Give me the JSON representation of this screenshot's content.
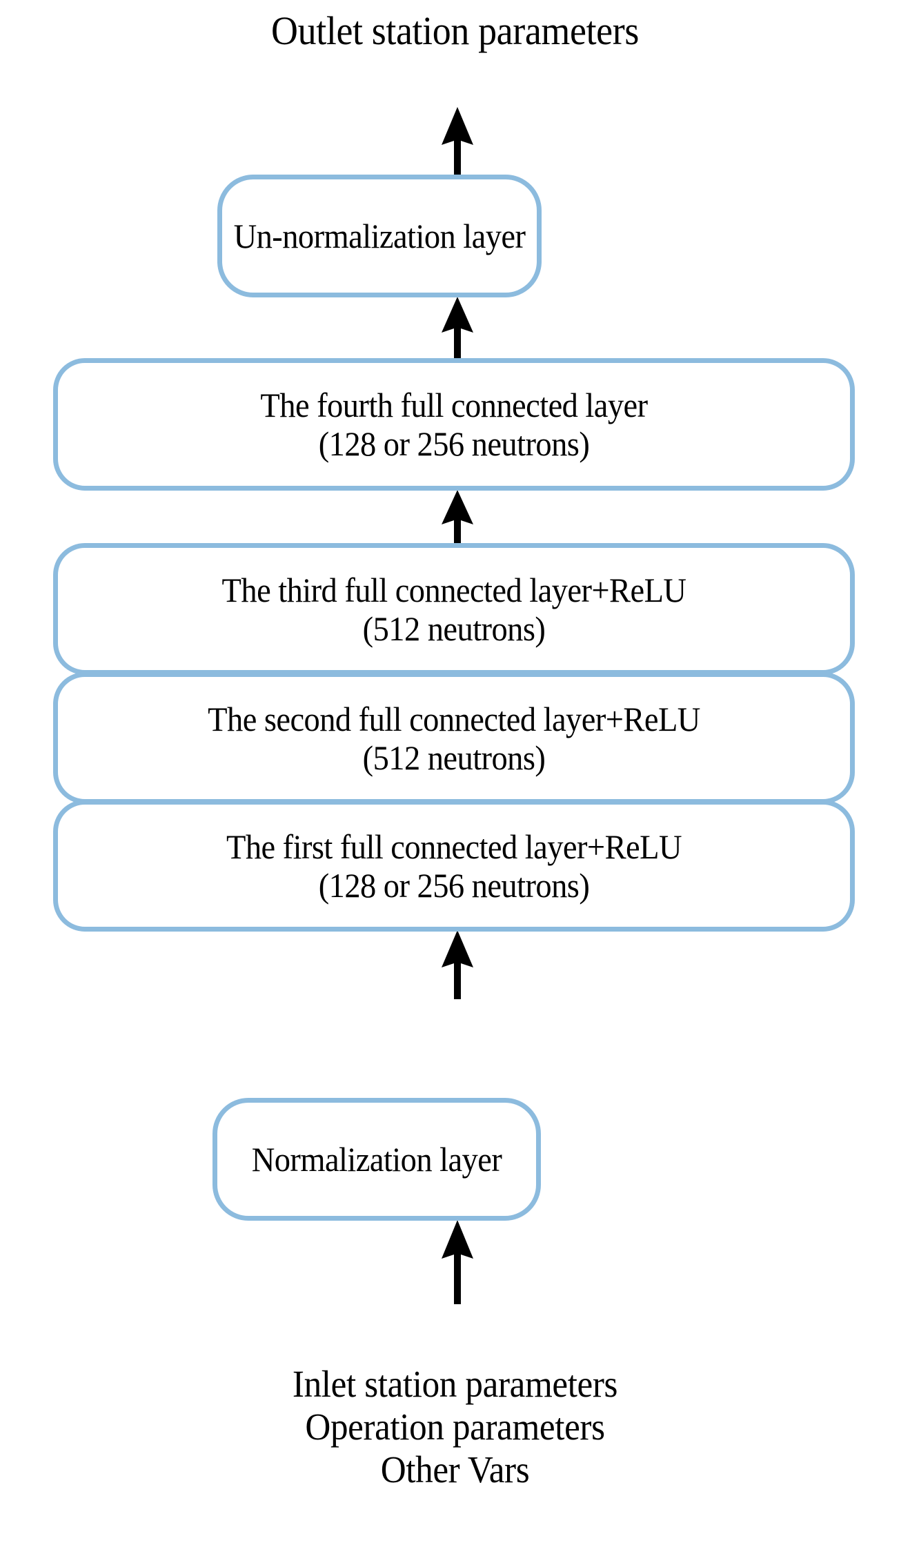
{
  "diagram": {
    "type": "flowchart-vertical",
    "title": "Outlet station parameters",
    "background_color": "#FFFFFF",
    "box_border_color": "#8CBBDE",
    "box_fill_color": "#FFFFFF",
    "arrow_color": "#000000",
    "top_label": "Outlet station parameters",
    "nodes": [
      {
        "id": "un-normalization-layer",
        "line1": "Un-normalization layer",
        "line2": ""
      },
      {
        "id": "fourth-full-connected-layer",
        "line1": "The fourth full connected layer",
        "line2": "(128 or 256 neutrons)"
      },
      {
        "id": "third-full-connected-layer",
        "line1": "The third full connected layer+ReLU",
        "line2": "(512 neutrons)"
      },
      {
        "id": "second-full-connected-layer",
        "line1": "The second full connected layer+ReLU",
        "line2": "(512 neutrons)"
      },
      {
        "id": "first-full-connected-layer",
        "line1": "The first full connected layer+ReLU",
        "line2": "(128 or 256 neutrons)"
      },
      {
        "id": "normalization-layer",
        "line1": "Normalization layer",
        "line2": ""
      }
    ],
    "bottom_label": {
      "line1": "Inlet station parameters",
      "line2": "Operation parameters",
      "line3": "Other Vars"
    },
    "arrows": [
      {
        "id": "arrow-to-outlet",
        "direction": "up"
      },
      {
        "id": "arrow-fc4-to-unnorm",
        "direction": "up"
      },
      {
        "id": "arrow-fc3-to-fc4",
        "direction": "up"
      },
      {
        "id": "arrow-fc2-to-fc3",
        "direction": "up"
      },
      {
        "id": "arrow-fc1-to-fc2",
        "direction": "up"
      },
      {
        "id": "arrow-norm-to-fc1",
        "direction": "up"
      },
      {
        "id": "arrow-input-to-norm",
        "direction": "up"
      }
    ]
  }
}
